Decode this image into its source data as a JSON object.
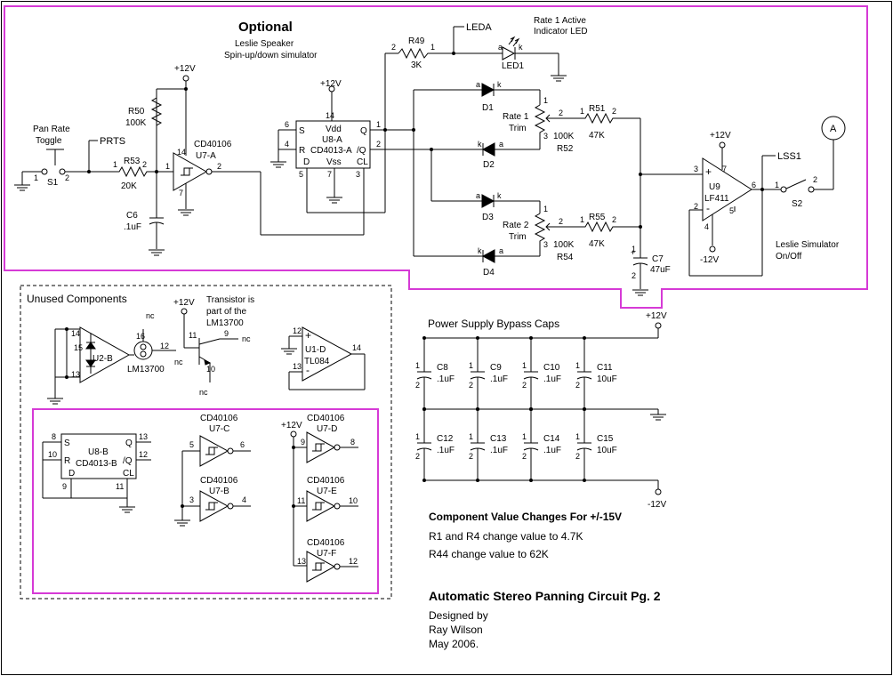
{
  "sections": {
    "optional": "Optional",
    "leslie": [
      "Leslie Speaker",
      "Spin-up/down simulator"
    ],
    "rate_indicator": [
      "Rate 1 Active",
      "Indicator LED"
    ],
    "unused": "Unused Components",
    "bypass": "Power Supply Bypass Caps",
    "leslie_switch": [
      "Leslie Simulator",
      "On/Off"
    ],
    "transistor_note": [
      "Transistor is",
      "part of the",
      "LM13700"
    ]
  },
  "notes": {
    "changes_title": "Component Value Changes For +/-15V",
    "change1": "R1 and R4 change value to 4.7K",
    "change2": "R44 change value to 62K"
  },
  "title": {
    "main": "Automatic Stereo Panning Circuit Pg. 2",
    "credit": [
      "Designed by",
      "Ray Wilson",
      "May 2006."
    ]
  },
  "rails": {
    "pos": "+12V",
    "neg": "-12V"
  },
  "nets": {
    "ledA": "LEDA",
    "prts": "PRTS",
    "lss1": "LSS1",
    "nc": "nc",
    "probe": "A"
  },
  "switches": {
    "s1": "S1",
    "s1_label": [
      "Pan Rate",
      "Toggle"
    ],
    "s2": "S2"
  },
  "resistors": {
    "r50": [
      "R50",
      "100K"
    ],
    "r53": [
      "R53",
      "20K"
    ],
    "r49": [
      "R49",
      "3K"
    ],
    "r51": [
      "R51",
      "47K"
    ],
    "r55": [
      "R55",
      "47K"
    ],
    "r52": [
      "R52",
      "100K",
      "Rate 1",
      "Trim"
    ],
    "r54": [
      "R54",
      "100K",
      "Rate 2",
      "Trim"
    ]
  },
  "caps": {
    "c6": [
      "C6",
      ".1uF"
    ],
    "c7": [
      "C7",
      "47uF"
    ],
    "c8": [
      "C8",
      ".1uF"
    ],
    "c9": [
      "C9",
      ".1uF"
    ],
    "c10": [
      "C10",
      ".1uF"
    ],
    "c11": [
      "C11",
      "10uF"
    ],
    "c12": [
      "C12",
      ".1uF"
    ],
    "c13": [
      "C13",
      ".1uF"
    ],
    "c14": [
      "C14",
      ".1uF"
    ],
    "c15": [
      "C15",
      "10uF"
    ]
  },
  "diodes": {
    "d1": "D1",
    "d2": "D2",
    "d3": "D3",
    "d4": "D4",
    "led1": "LED1",
    "a": "a",
    "k": "k"
  },
  "ics": {
    "u7a": [
      "CD40106",
      "U7-A"
    ],
    "u7b": [
      "CD40106",
      "U7-B"
    ],
    "u7c": [
      "CD40106",
      "U7-C"
    ],
    "u7d": [
      "CD40106",
      "U7-D"
    ],
    "u7e": [
      "CD40106",
      "U7-E"
    ],
    "u7f": [
      "CD40106",
      "U7-F"
    ],
    "u8a": {
      "vdd": "Vdd",
      "name": "U8-A",
      "part": "CD4013-A",
      "vss": "Vss",
      "s": "S",
      "r": "R",
      "d": "D",
      "cl": "CL",
      "q": "Q",
      "nq": "/Q"
    },
    "u8b": {
      "name": "U8-B",
      "part": "CD4013-B",
      "s": "S",
      "r": "R",
      "d": "D",
      "cl": "CL",
      "q": "Q",
      "nq": "/Q"
    },
    "u9": [
      "U9",
      "LF411"
    ],
    "u2b": [
      "U2-B",
      "LM13700"
    ],
    "u1d": [
      "U1-D",
      "TL084"
    ]
  }
}
